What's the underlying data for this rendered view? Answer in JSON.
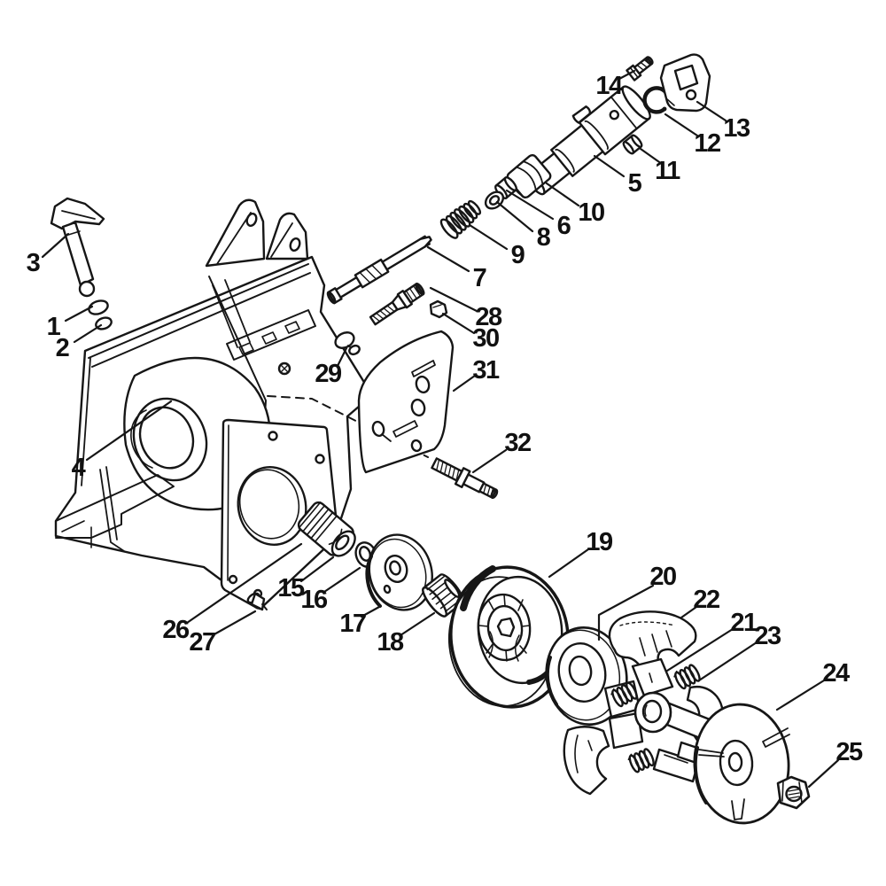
{
  "diagram": {
    "type": "exploded-parts-diagram",
    "background_color": "#ffffff",
    "ink_color": "#161616"
  },
  "parts": {
    "p1": {
      "label": "1"
    },
    "p2": {
      "label": "2"
    },
    "p3": {
      "label": "3"
    },
    "p4": {
      "label": "4"
    },
    "p5": {
      "label": "5"
    },
    "p6": {
      "label": "6"
    },
    "p7": {
      "label": "7"
    },
    "p8": {
      "label": "8"
    },
    "p9": {
      "label": "9"
    },
    "p10": {
      "label": "10"
    },
    "p11": {
      "label": "11"
    },
    "p12": {
      "label": "12"
    },
    "p13": {
      "label": "13"
    },
    "p14": {
      "label": "14"
    },
    "p15": {
      "label": "15"
    },
    "p16": {
      "label": "16"
    },
    "p17": {
      "label": "17"
    },
    "p18": {
      "label": "18"
    },
    "p19": {
      "label": "19"
    },
    "p20": {
      "label": "20"
    },
    "p21": {
      "label": "21"
    },
    "p22": {
      "label": "22"
    },
    "p23": {
      "label": "23"
    },
    "p24": {
      "label": "24"
    },
    "p25": {
      "label": "25"
    },
    "p26": {
      "label": "26"
    },
    "p27": {
      "label": "27"
    },
    "p28": {
      "label": "28"
    },
    "p29": {
      "label": "29"
    },
    "p30": {
      "label": "30"
    },
    "p31": {
      "label": "31"
    },
    "p32": {
      "label": "32"
    }
  }
}
